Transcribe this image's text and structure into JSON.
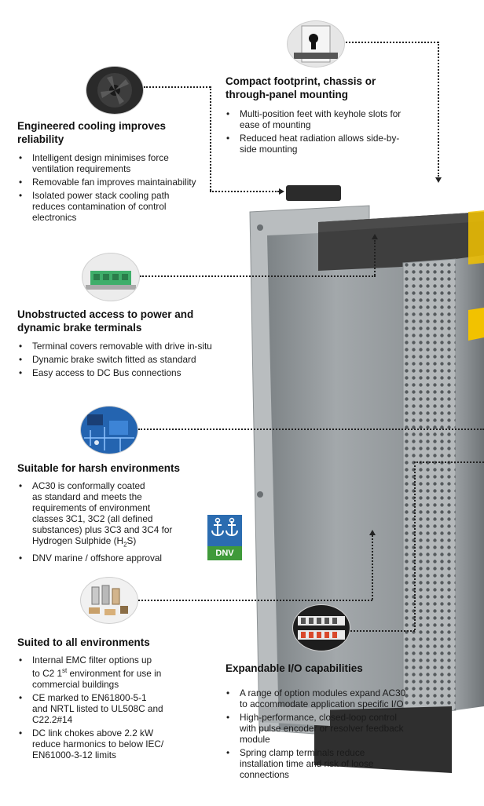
{
  "sections": {
    "compact": {
      "heading": "Compact footprint, chassis or through-panel mounting",
      "bullets": [
        "Multi-position feet with keyhole slots for ease of mounting",
        "Reduced heat radiation allows side-by-side mounting"
      ]
    },
    "cooling": {
      "heading": "Engineered cooling improves reliability",
      "bullets": [
        "Intelligent design minimises force ventilation requirements",
        "Removable fan improves maintainability",
        "Isolated power stack cooling path reduces contamination of control electronics"
      ]
    },
    "terminals": {
      "heading": "Unobstructed access to power and dynamic brake terminals",
      "bullets": [
        "Terminal covers removable with drive in-situ",
        "Dynamic brake switch fitted as standard",
        "Easy access to DC Bus connections"
      ]
    },
    "harsh": {
      "heading": "Suitable for harsh environments",
      "bullet1": [
        "AC30 is conformally coated",
        "as standard and meets the",
        "requirements of environment",
        "classes 3C1, 3C2 (all defined",
        "substances) plus 3C3 and 3C4 for",
        "Hydrogen Sulphide (H",
        "2",
        "S)"
      ],
      "bullet2": "DNV marine / offshore approval",
      "badge": "DNV"
    },
    "all_env": {
      "heading": "Suited to all environments",
      "bullet1": [
        "Internal EMC filter options up",
        "to C2 1",
        "st",
        " environment for use in",
        "commercial buildings"
      ],
      "bullet2": [
        "CE marked to EN61800-5-1",
        "and NRTL listed to UL508C and",
        "C22.2#14"
      ],
      "bullet3": [
        "DC link chokes above 2.2 kW",
        "reduce harmonics to below IEC/",
        "EN61000-3-12 limits"
      ]
    },
    "io": {
      "heading": "Expandable I/O capabilities",
      "bullets": [
        "A range of option modules expand AC30 to accommodate application specific I/O",
        "High-performance, closed-loop control with pulse encoder or resolver feedback module",
        "Spring clamp terminals reduce installation time and risk of loose connections"
      ]
    }
  },
  "icons": [
    "keyhole-mount-icon",
    "fan-icon",
    "terminal-block-icon",
    "circuit-board-icon",
    "emc-filter-components-icon",
    "io-modules-icon",
    "dnv-anchor-icon"
  ],
  "colors": {
    "drive_body": "#8f9598",
    "drive_dark": "#3a3a3a",
    "accent_yellow": "#f2c200",
    "dnv_blue": "#2b6cb0",
    "dnv_green": "#3f9a3a"
  }
}
